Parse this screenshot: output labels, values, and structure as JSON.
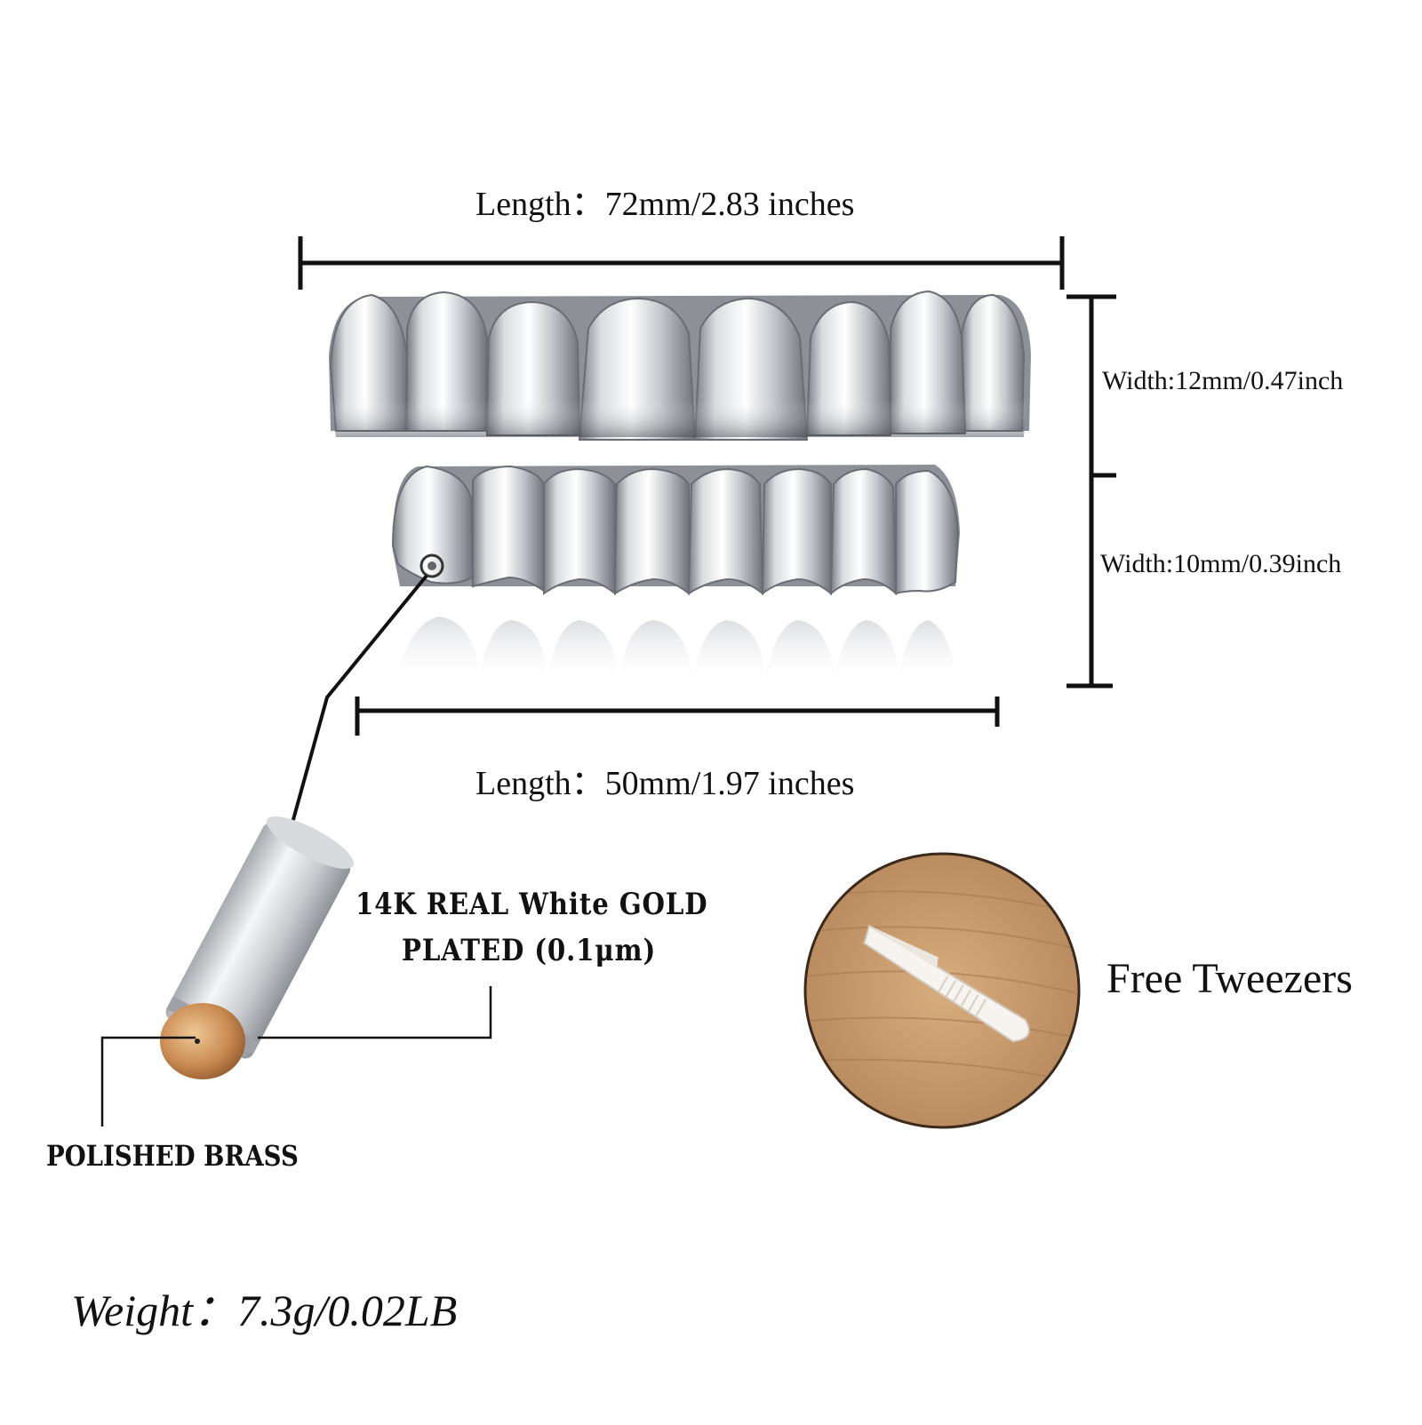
{
  "labels": {
    "length_top": "Length：72mm/2.83 inches",
    "length_bottom": "Length：50mm/1.97 inches",
    "width_top": "Width:12mm/0.47inch",
    "width_bottom": "Width:10mm/0.39inch",
    "gold_line1": "14K REAL White GOLD",
    "gold_line2": "PLATED (0.1μm)",
    "brass": "POLISHED BRASS",
    "tweezers": "Free Tweezers",
    "weight": "Weight：7.3g/0.02LB"
  },
  "icons": {
    "upper_grill": "upper-grill-icon",
    "lower_grill": "lower-grill-icon",
    "cylinder": "plated-cylinder-icon",
    "tweezers": "tweezers-icon"
  },
  "colors": {
    "silver_light": "#f2f3f5",
    "silver_mid": "#b9bcc2",
    "silver_dark": "#6e7178",
    "brass": "#c98a52",
    "wood": "#c69a6b",
    "line": "#111111"
  }
}
